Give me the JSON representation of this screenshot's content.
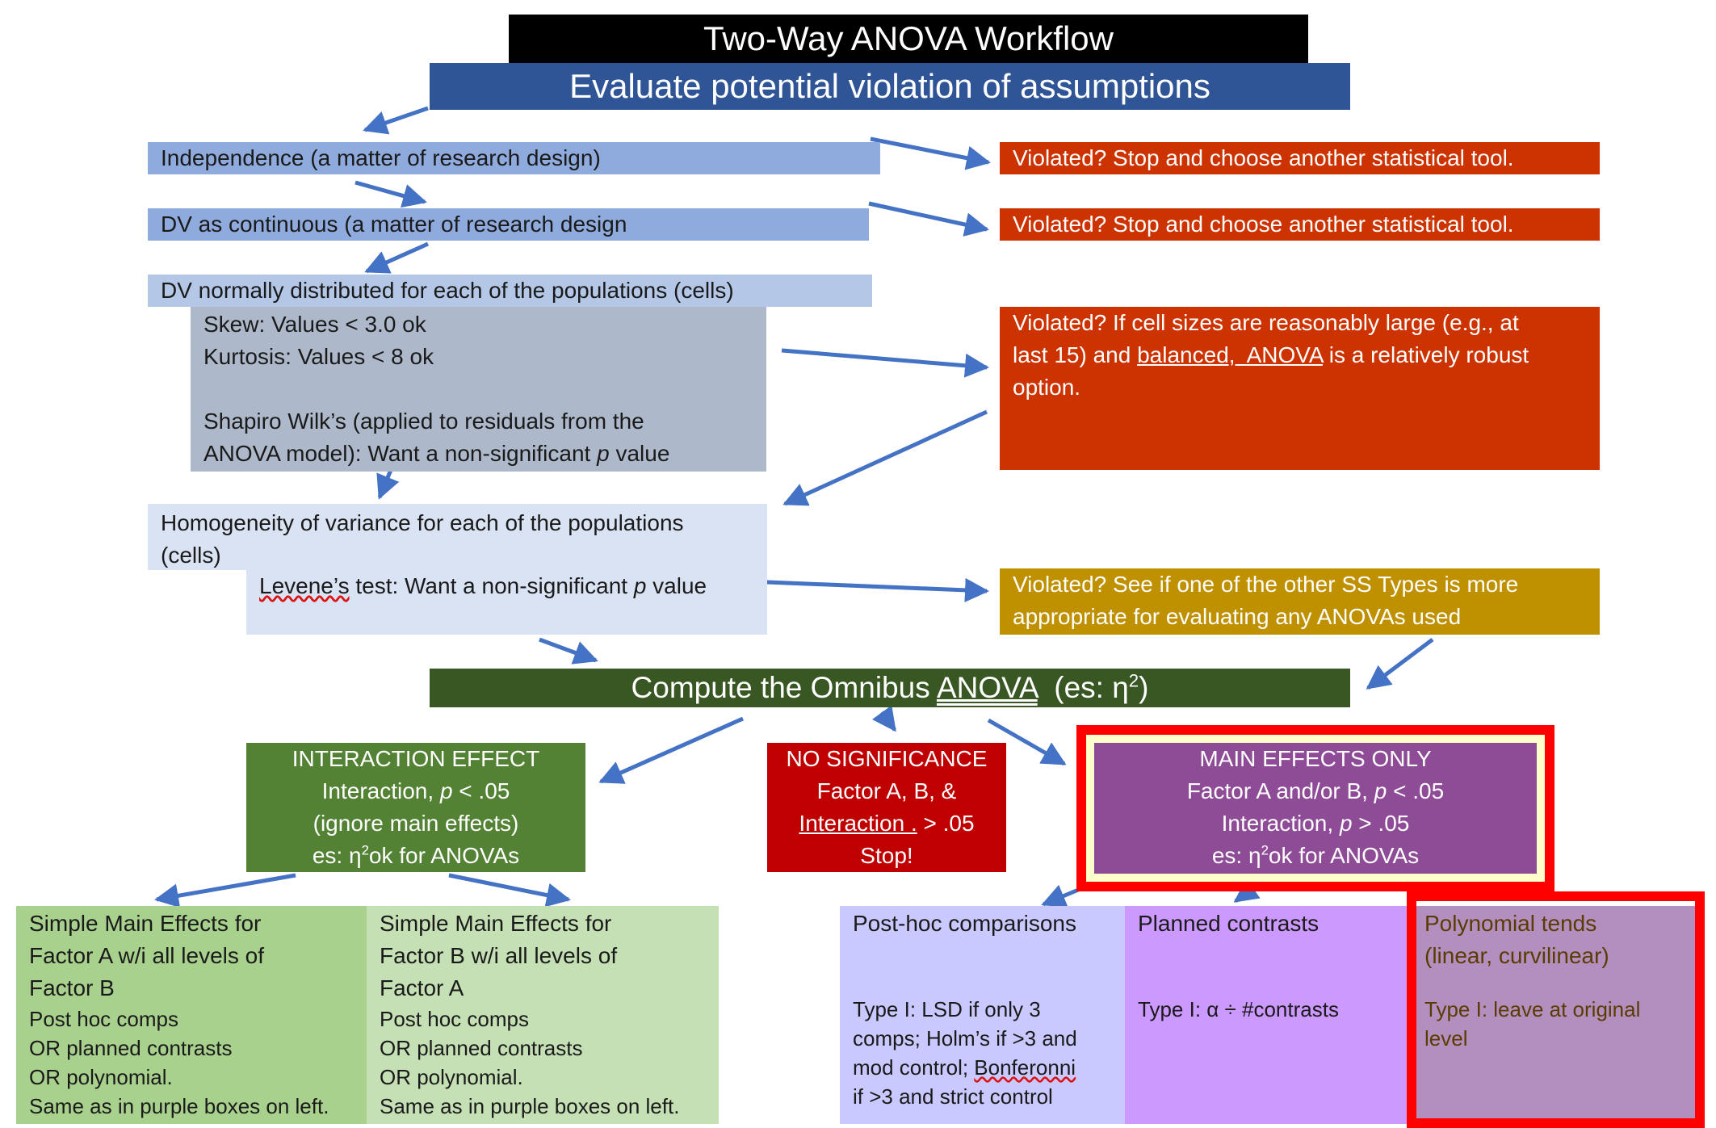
{
  "title": "Two-Way ANOVA Workflow",
  "evaluate": "Evaluate potential violation of assumptions",
  "assumptions": {
    "independence": "Independence (a matter of research design)",
    "dv_continuous": "DV as continuous (a matter of research design",
    "dv_normal": "DV normally distributed for each of the populations (cells)",
    "normal_tests": {
      "skew": "Skew:  Values < 3.0 ok",
      "kurtosis": "Kurtosis: Values < 8 ok",
      "shapiro_1": "Shapiro Wilk’s (applied to residuals from the",
      "shapiro_2_pre": "ANOVA model):  Want a non-significant ",
      "shapiro_2_p": "p",
      "shapiro_2_post": " value"
    },
    "homogeneity_1": "Homogeneity of variance for each of the populations",
    "homogeneity_2": "(cells)",
    "levene_word": "Levene’s",
    "levene_rest": " test:  Want a non-significant ",
    "levene_p": "p",
    "levene_post": " value"
  },
  "violations": {
    "v1": "Violated?  Stop and choose another statistical tool.",
    "v2": "Violated?  Stop and choose another statistical tool.",
    "v3_line1": "Violated?  If cell sizes are reasonably large (e.g., at",
    "v3_line2_pre": "last 15) and ",
    "v3_line2_u1": "balanced,",
    "v3_line2_sp": "  ",
    "v3_line2_u2": "ANOVA",
    "v3_line2_post": " is a relatively robust",
    "v3_line3": "option.",
    "v4_line1": "Violated?  See if one of the other SS Types is more",
    "v4_line2": "appropriate for evaluating any ANOVAs used"
  },
  "omnibus": {
    "pre": "Compute the Omnibus ",
    "anova": "ANOVA",
    "post": "  (es: η",
    "sup": "2",
    "close": ")"
  },
  "interaction": {
    "line1": "INTERACTION EFFECT",
    "line2_pre": "Interaction, ",
    "line2_p": "p",
    "line2_post": " < .05",
    "line3": "(ignore main effects)",
    "line4_pre": "es:  η",
    "line4_sup": "2",
    "line4_post": "ok for ANOVAs"
  },
  "no_significance": {
    "line1": "NO SIGNIFICANCE",
    "line2": "Factor A, B, &",
    "line3_u": "Interaction .",
    "line3_post": " > .05",
    "line4": "Stop!"
  },
  "main_effects": {
    "line1": "MAIN EFFECTS ONLY",
    "line2_pre": "Factor A and/or B, ",
    "line2_p": "p",
    "line2_post": " < .05",
    "line3_pre": "Interaction, ",
    "line3_p": "p",
    "line3_post": " > .05",
    "line4_pre": "es:  η",
    "line4_sup": "2",
    "line4_post": "ok for ANOVAs"
  },
  "simple_main_a": {
    "l1": "Simple Main Effects for",
    "l2": "Factor A w/i all levels of",
    "l3": "Factor B",
    "l4": "Post hoc comps",
    "l5": "OR planned contrasts",
    "l6": "OR polynomial.",
    "l7": "Same as in purple boxes on left."
  },
  "simple_main_b": {
    "l1": "Simple Main Effects for",
    "l2": "Factor B w/i all levels of",
    "l3": "Factor A",
    "l4": "Post hoc comps",
    "l5": "OR planned contrasts",
    "l6": "OR polynomial.",
    "l7": "Same as in purple boxes on left."
  },
  "posthoc": {
    "title": "Post-hoc comparisons",
    "l1": "Type I:  LSD if only 3",
    "l2": "comps; Holm’s if >3 and",
    "l3_pre": "mod control; ",
    "l3_bonf": "Bonferonni",
    "l4": "if >3 and strict control"
  },
  "planned": {
    "title": "Planned contrasts",
    "l1": "Type I:  α ÷ #contrasts"
  },
  "polynomial": {
    "l1": "Polynomial tends",
    "l2": "(linear, curvilinear)",
    "l3": "Type I:  leave at original",
    "l4": "level"
  },
  "colors": {
    "arrow": "#4472c4",
    "title_bg": "#000000",
    "evaluate_bg": "#2f5597",
    "violation_red": "#cc3300",
    "violation_gold": "#bf9000",
    "omnibus_bg": "#385723",
    "interaction_bg": "#548235",
    "nosig_bg": "#c00000",
    "main_effects_bg": "#8e4c97",
    "highlight_frame": "#ff0000"
  }
}
